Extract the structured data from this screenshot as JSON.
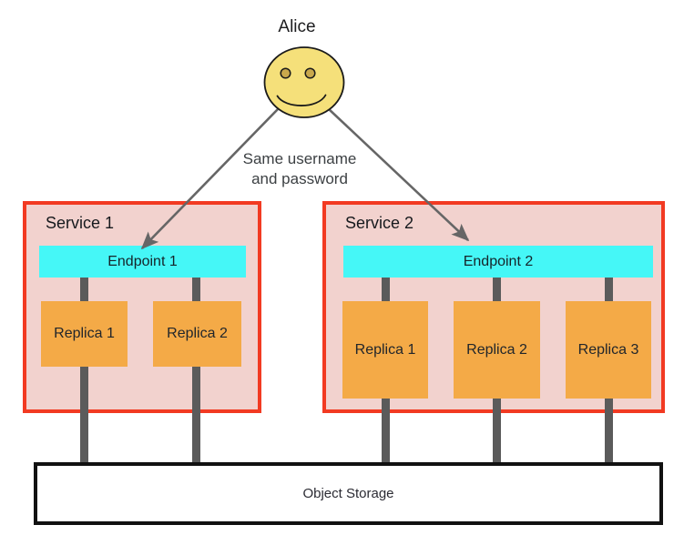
{
  "person": {
    "label": "Alice",
    "icon": "smiley-face"
  },
  "annotation": {
    "line1": "Same username",
    "line2": "and password"
  },
  "services": [
    {
      "name": "Service 1",
      "endpoint": "Endpoint 1",
      "replicas": [
        "Replica 1",
        "Replica 2"
      ]
    },
    {
      "name": "Service 2",
      "endpoint": "Endpoint 2",
      "replicas": [
        "Replica 1",
        "Replica 2",
        "Replica 3"
      ]
    }
  ],
  "storage": {
    "label": "Object Storage"
  },
  "colors": {
    "service_fill": "#F2D2CE",
    "service_border": "#F23A22",
    "endpoint_fill": "#45F7F7",
    "replica_fill": "#F4AA47",
    "connector": "#5B5B5B",
    "arrow": "#666666",
    "face_fill": "#F5E07A",
    "eye_fill": "#C9A84C",
    "storage_border": "#111111",
    "text": "#1D1D1F"
  }
}
